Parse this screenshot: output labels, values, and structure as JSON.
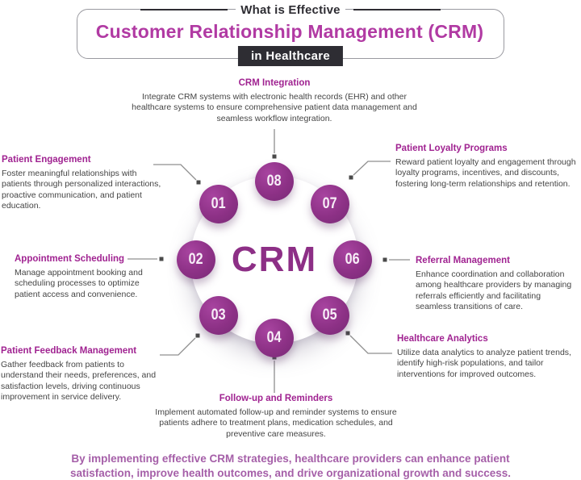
{
  "header": {
    "eyebrow": "What is Effective",
    "title": "Customer Relationship Management (CRM)",
    "subtitle": "in Healthcare"
  },
  "center": {
    "label": "CRM"
  },
  "items": [
    {
      "num": "01",
      "title": "Patient Engagement",
      "desc": "Foster meaningful relationships with patients through personalized interactions, proactive communication, and patient education."
    },
    {
      "num": "02",
      "title": "Appointment Scheduling",
      "desc": "Manage appointment booking and scheduling processes to optimize patient access and convenience."
    },
    {
      "num": "03",
      "title": "Patient Feedback Management",
      "desc": "Gather feedback from patients to understand their needs, preferences, and satisfaction levels, driving continuous improvement in service delivery."
    },
    {
      "num": "04",
      "title": "Follow-up and Reminders",
      "desc": "Implement automated follow-up and reminder systems to ensure patients adhere to treatment plans, medication schedules, and preventive care measures."
    },
    {
      "num": "05",
      "title": "Healthcare Analytics",
      "desc": "Utilize data analytics to analyze patient trends, identify high-risk populations, and tailor interventions for improved outcomes."
    },
    {
      "num": "06",
      "title": "Referral Management",
      "desc": "Enhance coordination and collaboration among healthcare providers by managing referrals efficiently and facilitating seamless transitions of care."
    },
    {
      "num": "07",
      "title": "Patient Loyalty Programs",
      "desc": "Reward patient loyalty and engagement through loyalty programs, incentives, and discounts, fostering long-term relationships and retention."
    },
    {
      "num": "08",
      "title": "CRM Integration",
      "desc": "Integrate CRM systems with electronic health records (EHR) and other healthcare systems to ensure comprehensive patient data management and seamless workflow integration."
    }
  ],
  "footer": {
    "text": "By implementing effective CRM strategies, healthcare providers can enhance patient satisfaction, improve health outcomes, and drive organizational growth and success."
  },
  "colors": {
    "accent_magenta": "#b13aa3",
    "node_purple": "#8d3186",
    "section_title": "#a02391",
    "body_text": "#454545",
    "footer_text": "#a55fa8",
    "dark": "#2e2d33"
  }
}
